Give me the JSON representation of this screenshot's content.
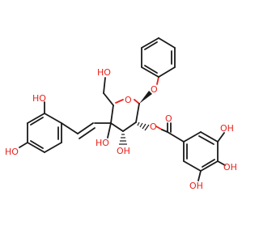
{
  "labels": {
    "oh_top_left": "HO",
    "oh_mid_left": "HO",
    "ho_ch2": "HO",
    "ring_o": "O",
    "o_phenyl": "O",
    "ho_c4": "HO",
    "oh_c3": "OH",
    "o_ester": "O",
    "o_carbonyl": "O",
    "oh_gallate_top": "OH",
    "oh_gallate_mid": "OH",
    "oh_gallate_bottom": "OH"
  },
  "colors": {
    "bond": "#1a1a1a",
    "oxygen": "#e8221c",
    "background": "#ffffff"
  }
}
